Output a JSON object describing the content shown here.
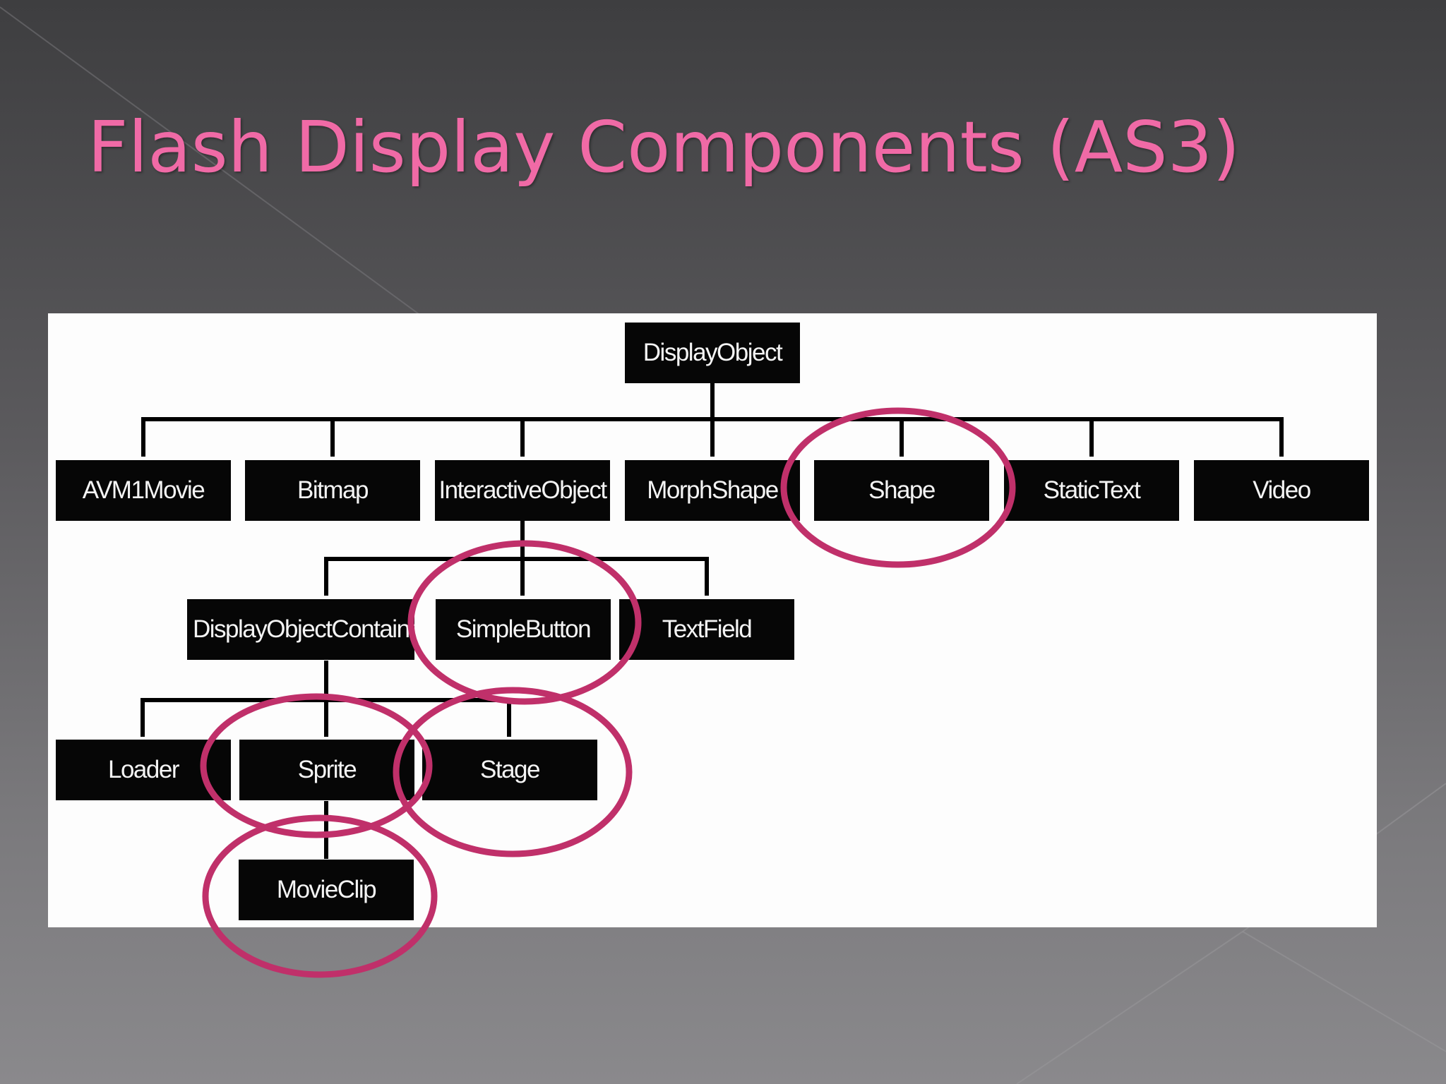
{
  "slide": {
    "title": "Flash Display Components (AS3)",
    "title_color": "#f06aa6",
    "highlight_color": "#c0306a"
  },
  "diagram": {
    "nodes": {
      "display_object": "DisplayObject",
      "avm1movie": "AVM1Movie",
      "bitmap": "Bitmap",
      "interactive_object": "InteractiveObject",
      "morph_shape": "MorphShape",
      "shape": "Shape",
      "static_text": "StaticText",
      "video": "Video",
      "display_object_container": "DisplayObjectContainer",
      "simple_button": "SimpleButton",
      "text_field": "TextField",
      "loader": "Loader",
      "sprite": "Sprite",
      "stage": "Stage",
      "movie_clip": "MovieClip"
    },
    "highlighted": [
      "Shape",
      "SimpleButton",
      "Sprite",
      "Stage",
      "MovieClip"
    ]
  }
}
